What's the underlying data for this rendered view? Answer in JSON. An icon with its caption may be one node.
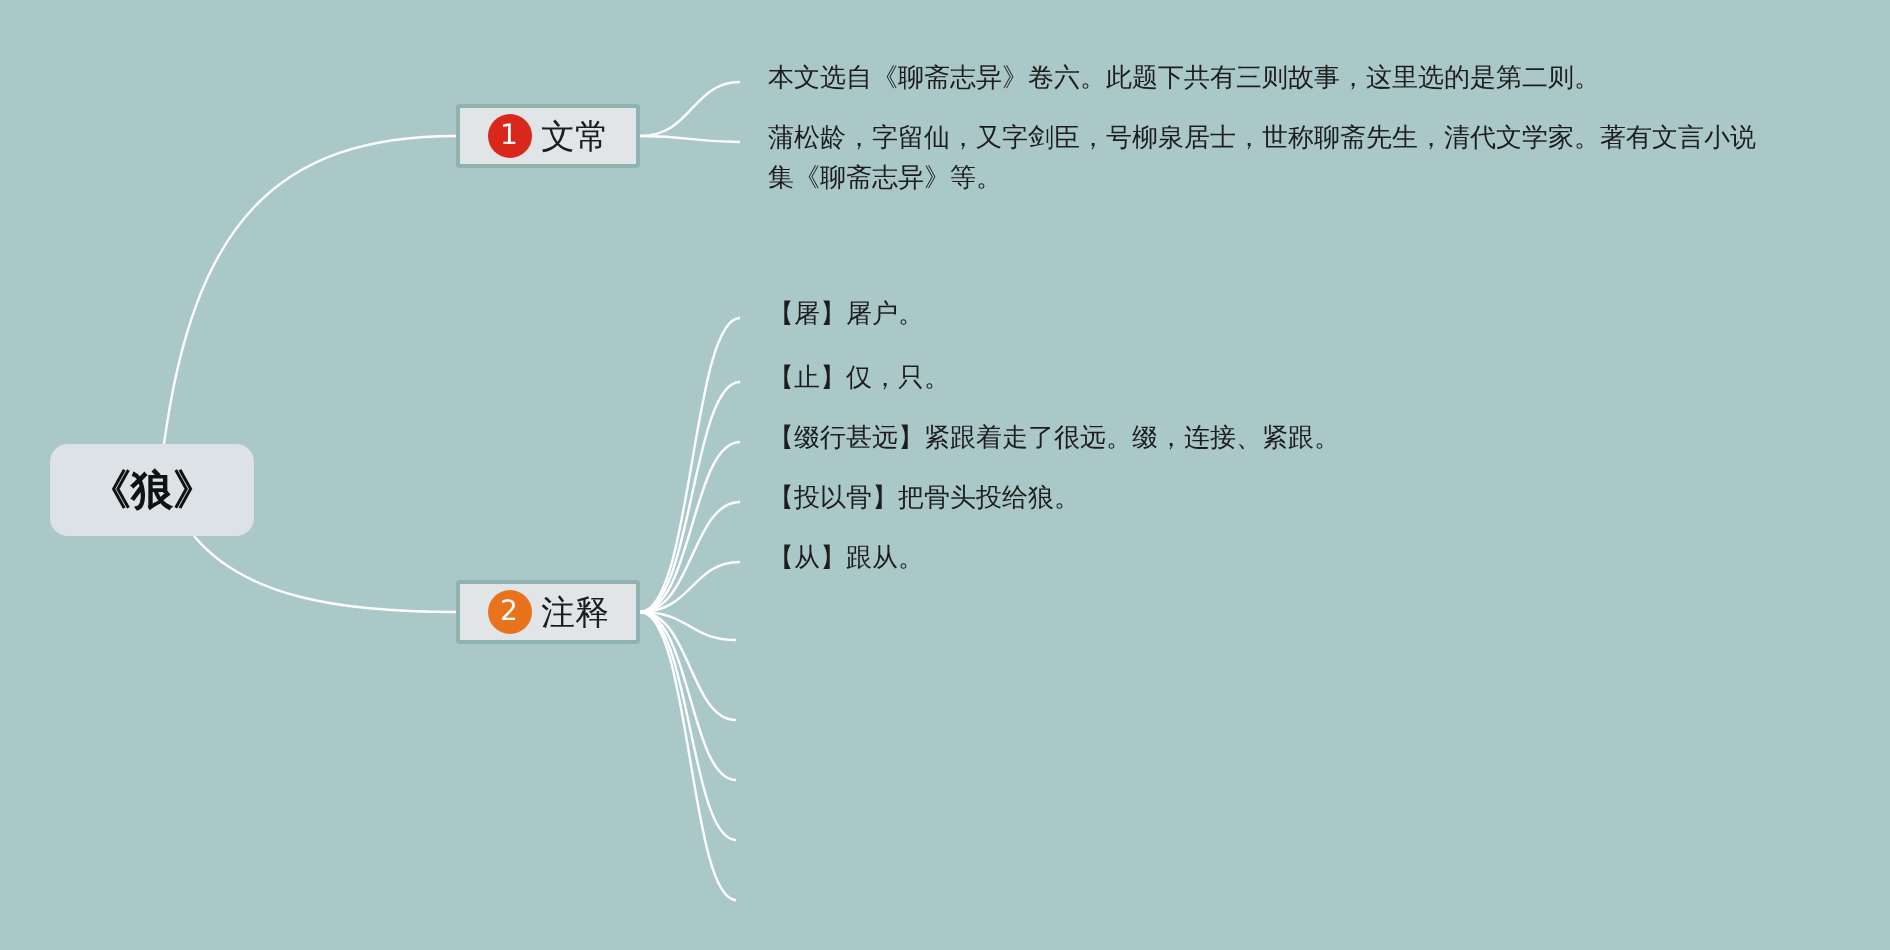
{
  "diagram": {
    "nodes": [
      {
        "text": [
          "《狼》"
        ]
      },
      {
        "text": [
          "1",
          "文常"
        ]
      },
      {
        "text": [
          "本文选自《聊斋志异》卷六。此题下共有三则故事，这里选的是第二则。"
        ]
      },
      {
        "text": [
          "蒲松龄，字留仙，又字剑臣，号柳泉居士，世称聊斋先生，清代文学家。著有文言小说集《聊斋志异》等。"
        ]
      },
      {
        "text": [
          "2",
          "注释"
        ]
      },
      {
        "text": [
          "【屠】屠户。"
        ]
      },
      {
        "text": [
          "【止】仅，只。"
        ]
      },
      {
        "text": [
          "【缀行甚远】紧跟着走了很远。缀，连接、紧跟。"
        ]
      },
      {
        "text": [
          "【投以骨】把骨头投给狼。"
        ]
      },
      {
        "text": [
          "【从】跟从。"
        ]
      }
    ],
    "edges": [
      {
        "from": 0,
        "to": 1,
        "arrow": "none"
      },
      {
        "from": 0,
        "to": 4,
        "arrow": "none"
      },
      {
        "from": 1,
        "to": 2,
        "arrow": "none"
      },
      {
        "from": 1,
        "to": 3,
        "arrow": "none"
      },
      {
        "from": 4,
        "to": 5,
        "arrow": "none"
      },
      {
        "from": 4,
        "to": 6,
        "arrow": "none"
      },
      {
        "from": 4,
        "to": 7,
        "arrow": "none"
      },
      {
        "from": 4,
        "to": 8,
        "arrow": "none"
      },
      {
        "from": 4,
        "to": 9,
        "arrow": "none"
      },
      {
        "from": 4,
        "to": null,
        "arrow": "none"
      },
      {
        "from": 4,
        "to": null,
        "arrow": "none"
      },
      {
        "from": 4,
        "to": null,
        "arrow": "none"
      },
      {
        "from": 4,
        "to": null,
        "arrow": "none"
      },
      {
        "from": 4,
        "to": null,
        "arrow": "none"
      }
    ]
  }
}
